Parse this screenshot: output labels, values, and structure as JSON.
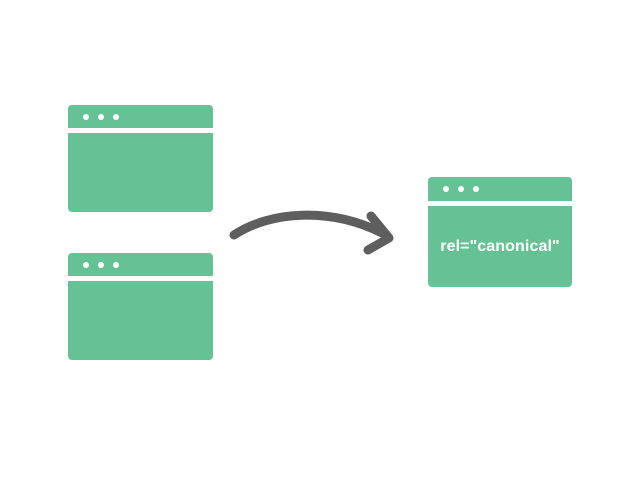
{
  "diagram": {
    "title": "canonical-link-diagram",
    "background_color": "#ffffff",
    "accent_color": "#65c295",
    "arrow_color": "#5e5e5e",
    "text_color": "#ffffff"
  },
  "windows": [
    {
      "id": "source-a",
      "role": "duplicate-page",
      "dots": [
        "dot-1",
        "dot-2",
        "dot-3"
      ],
      "body_text": ""
    },
    {
      "id": "source-b",
      "role": "duplicate-page",
      "dots": [
        "dot-1",
        "dot-2",
        "dot-3"
      ],
      "body_text": ""
    },
    {
      "id": "canonical-target",
      "role": "canonical-page",
      "dots": [
        "dot-1",
        "dot-2",
        "dot-3"
      ],
      "body_text": "rel=\"canonical\""
    }
  ],
  "arrow": {
    "name": "curved-arrow",
    "direction": "left-to-right",
    "color": "#5e5e5e",
    "stroke_width": 9
  }
}
